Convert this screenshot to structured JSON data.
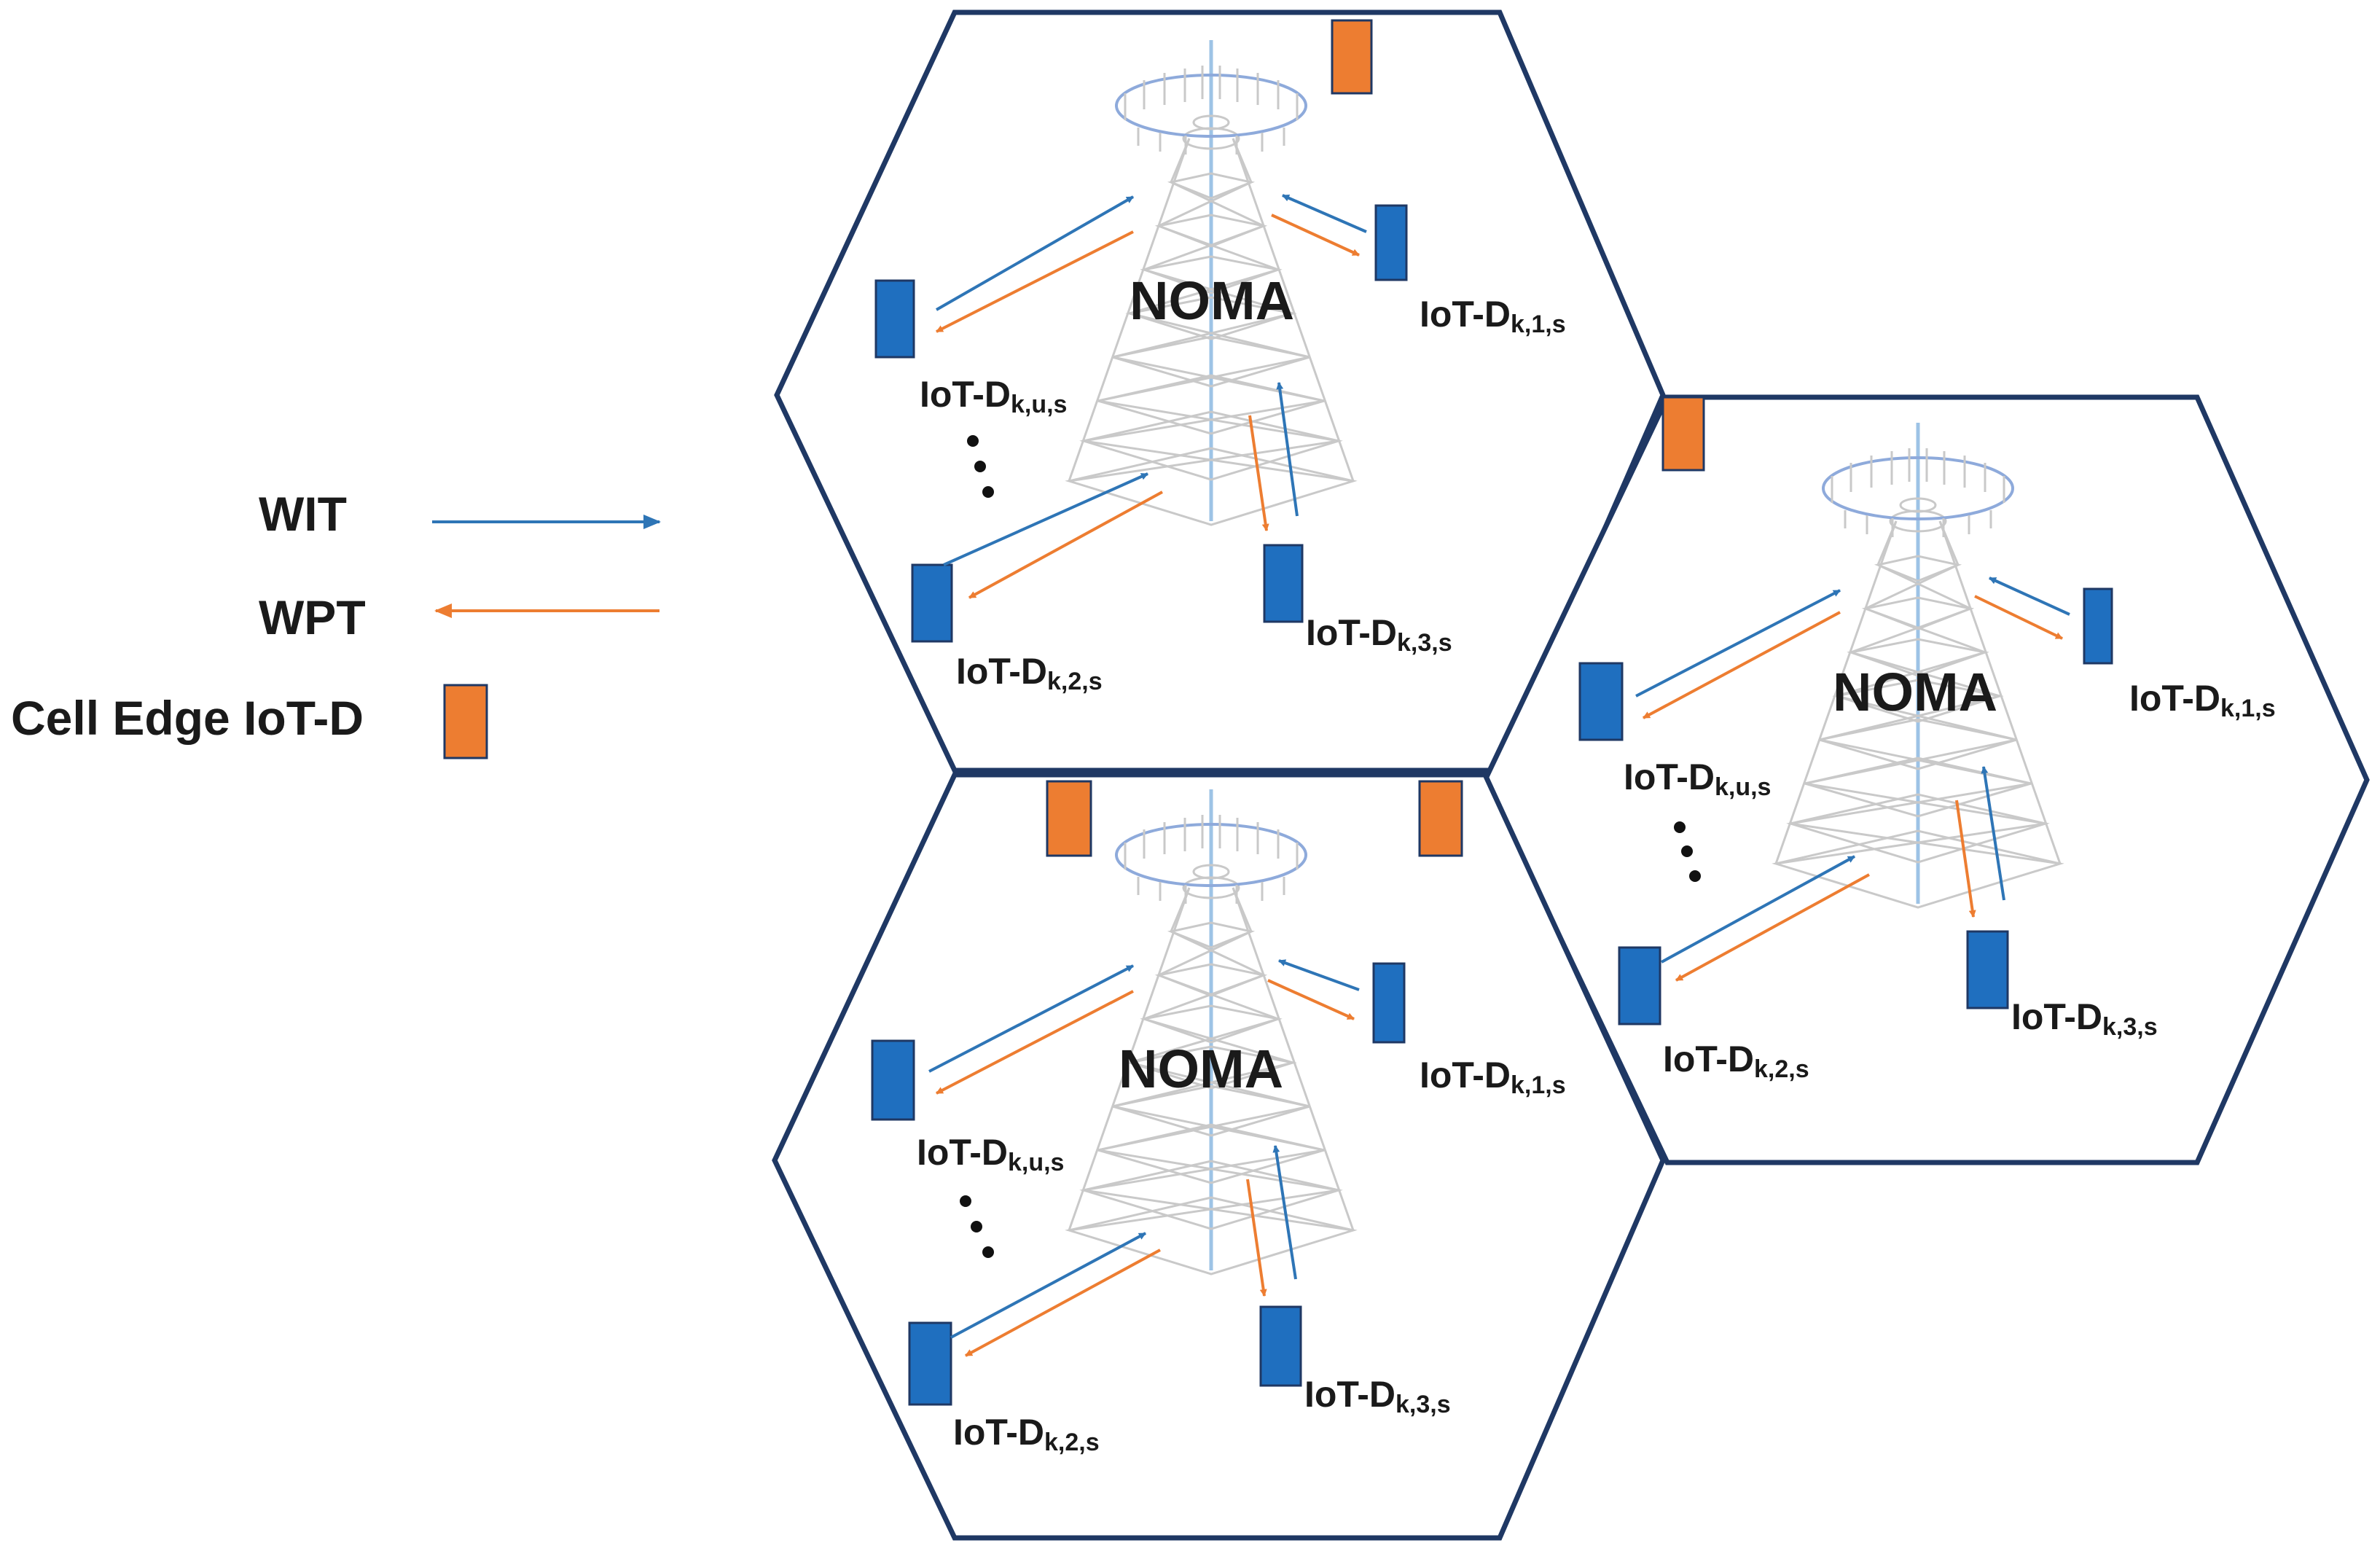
{
  "legend": {
    "wit_label": "WIT",
    "wpt_label": "WPT",
    "edge_label": "Cell Edge IoT-D"
  },
  "colors": {
    "wit": "#2e75b6",
    "wpt": "#ed7d31",
    "device": "#1f6fbf",
    "cell_edge_device": "#ed7d31",
    "cell_border": "#1f3864"
  },
  "cells": [
    {
      "scheme": "NOMA",
      "devices": [
        {
          "main": "IoT-D",
          "sub": "k,1,s"
        },
        {
          "main": "IoT-D",
          "sub": "k,u,s"
        },
        {
          "main": "IoT-D",
          "sub": "k,2,s"
        },
        {
          "main": "IoT-D",
          "sub": "k,3,s"
        }
      ]
    },
    {
      "scheme": "NOMA",
      "devices": [
        {
          "main": "IoT-D",
          "sub": "k,1,s"
        },
        {
          "main": "IoT-D",
          "sub": "k,u,s"
        },
        {
          "main": "IoT-D",
          "sub": "k,2,s"
        },
        {
          "main": "IoT-D",
          "sub": "k,3,s"
        }
      ]
    },
    {
      "scheme": "NOMA",
      "devices": [
        {
          "main": "IoT-D",
          "sub": "k,1,s"
        },
        {
          "main": "IoT-D",
          "sub": "k,u,s"
        },
        {
          "main": "IoT-D",
          "sub": "k,2,s"
        },
        {
          "main": "IoT-D",
          "sub": "k,3,s"
        }
      ]
    }
  ]
}
